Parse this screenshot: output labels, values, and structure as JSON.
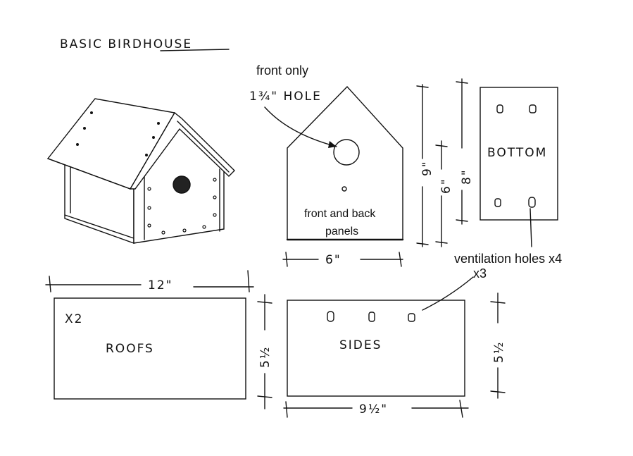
{
  "title": "BASIC BIRDHOUSE",
  "front_panel": {
    "note": "front only",
    "hole": "1¾\" HOLE",
    "label_line1": "front and back",
    "label_line2": "panels",
    "width": "6\"",
    "height_total": "9\"",
    "height_side": "6\""
  },
  "bottom": {
    "label": "BOTTOM",
    "height": "8\""
  },
  "ventilation_note": "ventilation holes x4",
  "sides": {
    "label": "SIDES",
    "holes_note": "x3",
    "width": "9½\"",
    "height": "5½"
  },
  "roofs": {
    "label": "ROOFS",
    "count": "X2",
    "width": "12\"",
    "height": "5½"
  }
}
